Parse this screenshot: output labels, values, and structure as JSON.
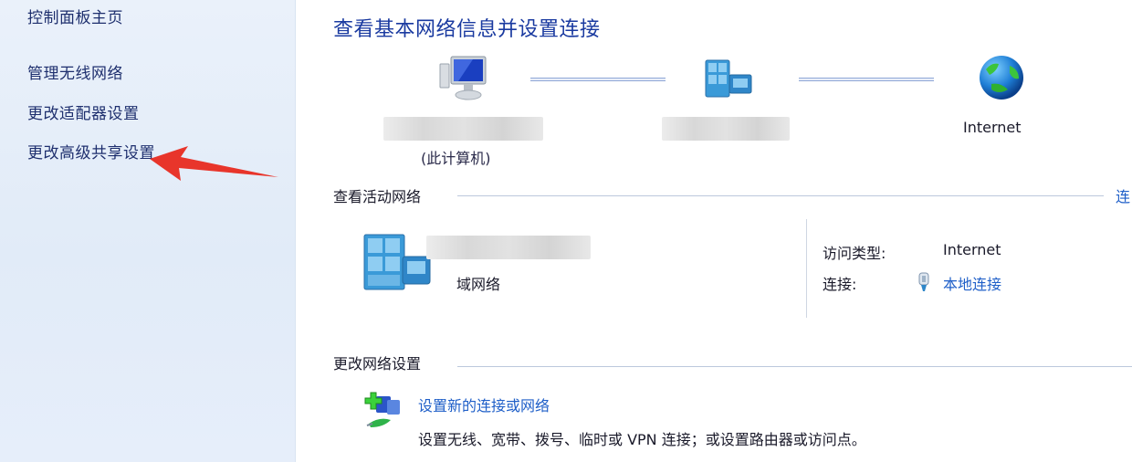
{
  "sidebar": {
    "home": "控制面板主页",
    "items": [
      {
        "label": "管理无线网络"
      },
      {
        "label": "更改适配器设置"
      },
      {
        "label": "更改高级共享设置"
      }
    ]
  },
  "annotation": {
    "arrow_color": "#e8352b",
    "arrow_target": "更改高级共享设置"
  },
  "main": {
    "title": "查看基本网络信息并设置连接",
    "network_map": {
      "nodes": [
        {
          "icon": "computer-icon",
          "label": "",
          "sublabel": "(此计算机)"
        },
        {
          "icon": "domain-network-icon",
          "label": ""
        },
        {
          "icon": "globe-icon",
          "label": "Internet"
        }
      ]
    },
    "active_networks": {
      "title": "查看活动网络",
      "edge_link": "连",
      "network": {
        "icon": "domain-network-icon",
        "name": "",
        "type": "域网络"
      },
      "access_type_label": "访问类型:",
      "access_type_value": "Internet",
      "connections_label": "连接:",
      "connection_icon": "ethernet-plug-icon",
      "connection_link": "本地连接"
    },
    "change_settings": {
      "title": "更改网络设置",
      "tasks": [
        {
          "icon": "new-connection-icon",
          "link": "设置新的连接或网络",
          "description": "设置无线、宽带、拨号、临时或 VPN 连接；或设置路由器或访问点。"
        }
      ]
    }
  },
  "colors": {
    "sidebar_bg": "#e4edf9",
    "sidebar_text": "#1e2f6e",
    "title_blue": "#1a3aa0",
    "link_blue": "#1f5fc8",
    "rule": "#bcc8dc"
  }
}
